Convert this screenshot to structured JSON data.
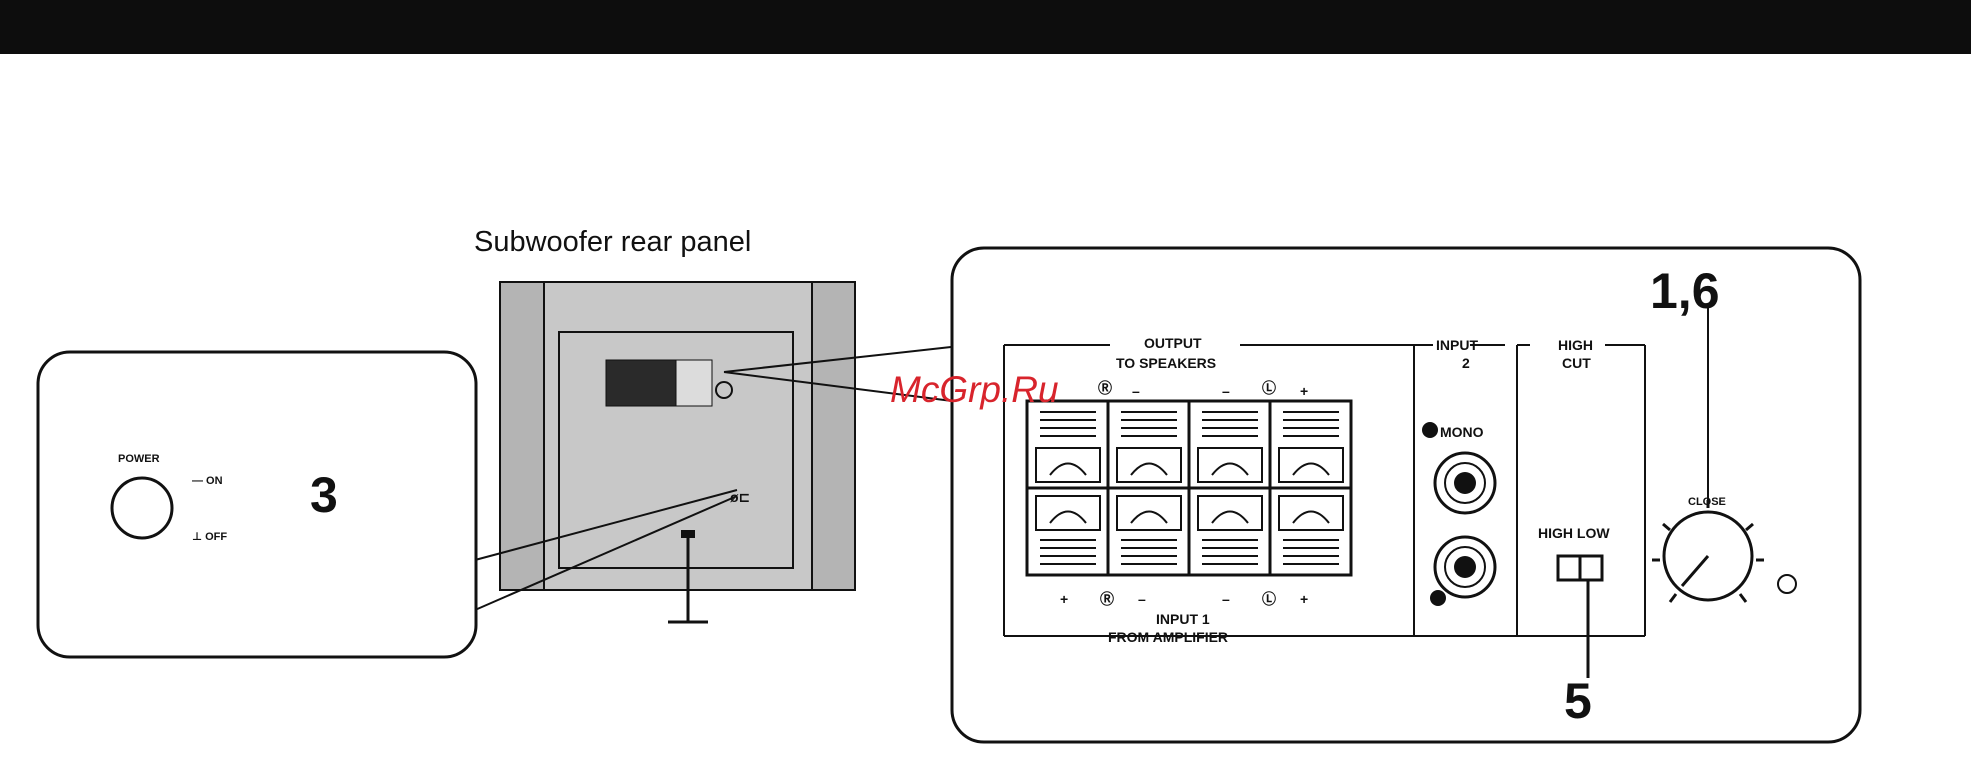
{
  "diagram": {
    "title": "Subwoofer rear panel",
    "watermark": "McGrp.Ru",
    "left_inset": {
      "power_label": "POWER",
      "on_label": "— ON",
      "off_label": "⊥ OFF",
      "step_number": "3"
    },
    "right_inset": {
      "output_label": "OUTPUT",
      "to_speakers_label": "TO SPEAKERS",
      "input1_label": "INPUT 1",
      "from_amplifier_label": "FROM AMPLIFIER",
      "input2_label_top": "INPUT",
      "input2_label_bottom": "2",
      "mono_label": "MONO",
      "high_cut_top": "HIGH",
      "high_cut_bottom": "CUT",
      "high_low_label": "HIGH LOW",
      "dial_label": "CLOSE",
      "step_dial": "1,6",
      "step_switch": "5",
      "plus_symbol": "+",
      "minus_symbol": "–",
      "r_symbol": "Ⓡ",
      "l_symbol": "Ⓛ"
    },
    "colors": {
      "panel_gray": "#c8c8c8",
      "panel_dark": "#a8a8a8",
      "line": "#111111",
      "watermark": "#d8242c"
    }
  }
}
